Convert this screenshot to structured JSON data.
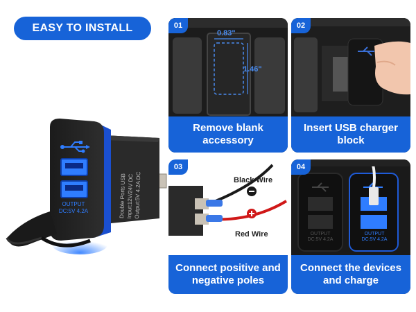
{
  "badge": {
    "label": "EASY TO INSTALL"
  },
  "product": {
    "output_line1": "OUTPUT",
    "output_line2": "DC:5V 4.2A",
    "side_line1": "Double Ports USB",
    "side_line2": "Input:12V/24V DC",
    "side_line3": "Output:5V 4.2A DC"
  },
  "steps": [
    {
      "num": "01",
      "caption": "Remove blank accessory",
      "dim_width": "0.83\"",
      "dim_height": "1.46\""
    },
    {
      "num": "02",
      "caption": "Insert USB charger block"
    },
    {
      "num": "03",
      "caption": "Connect positive and negative poles",
      "black_wire": "Black Wire",
      "red_wire": "Red Wire"
    },
    {
      "num": "04",
      "caption": "Connect the devices and charge",
      "out_line1": "OUTPUT",
      "out_line2": "DC:5V 4.2A"
    }
  ],
  "colors": {
    "brand_blue": "#1763d8",
    "glow_blue": "#2f7dff",
    "dim_blue": "#4a8cf0"
  }
}
